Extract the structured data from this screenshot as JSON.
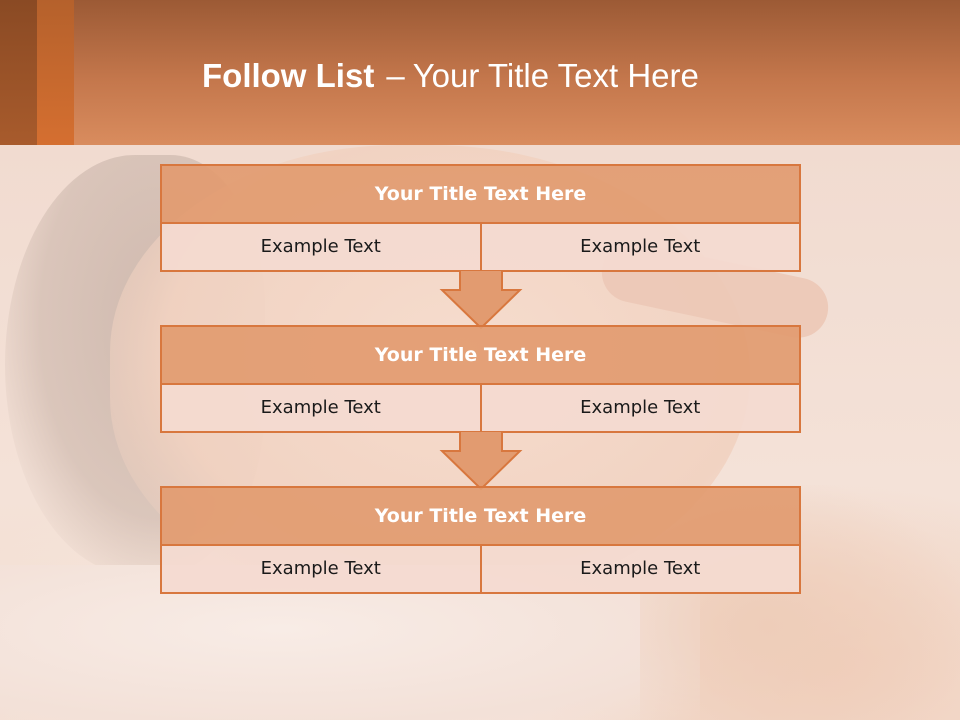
{
  "header": {
    "title_bold": "Follow List",
    "title_separator": "–",
    "title_rest": "Your Title Text Here"
  },
  "steps": [
    {
      "title": "Your Title Text Here",
      "left": "Example Text",
      "right": "Example Text"
    },
    {
      "title": "Your Title Text Here",
      "left": "Example Text",
      "right": "Example Text"
    },
    {
      "title": "Your Title Text Here",
      "left": "Example Text",
      "right": "Example Text"
    }
  ],
  "colors": {
    "accent": "#d8773e",
    "header_fill": "#e29b70",
    "cell_fill": "#f4dad0"
  },
  "icons": [
    "arrow-down-icon",
    "arrow-down-icon"
  ]
}
